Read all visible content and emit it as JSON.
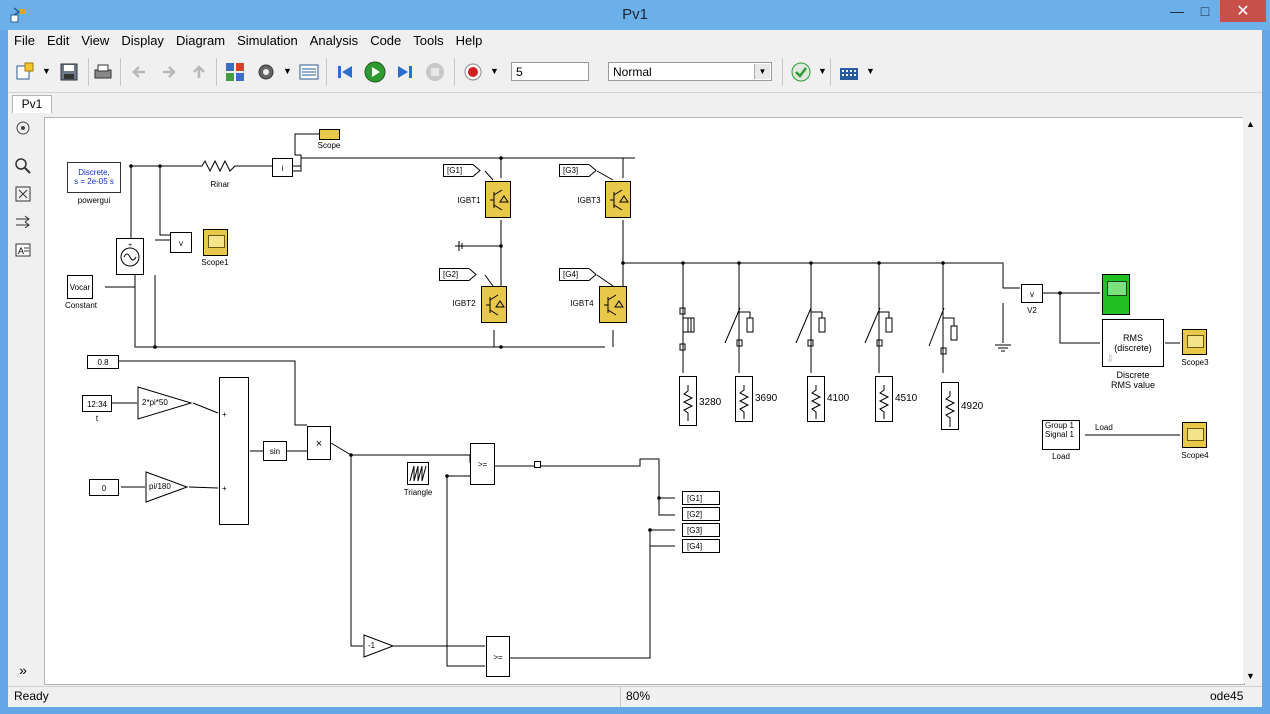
{
  "window": {
    "title": "Pv1"
  },
  "menu": [
    "File",
    "Edit",
    "View",
    "Display",
    "Diagram",
    "Simulation",
    "Analysis",
    "Code",
    "Tools",
    "Help"
  ],
  "toolbar": {
    "stop_time": "5",
    "sim_mode": "Normal"
  },
  "tabs": {
    "model_tab": "Pv1"
  },
  "blocks": {
    "powergui": {
      "text1": "Discrete,",
      "text2": "s = 2e-05 s",
      "label": "powergui"
    },
    "constant": {
      "value": "Vocar",
      "label": "Constant"
    },
    "rinar": "Rinar",
    "scope": "Scope",
    "scope1": "Scope1",
    "scope3": "Scope3",
    "scope4": "Scope4",
    "igbt1": "IGBT1",
    "igbt2": "IGBT2",
    "igbt3": "IGBT3",
    "igbt4": "IGBT4",
    "goto_g1": "[G1]",
    "goto_g2": "[G2]",
    "goto_g3": "[G3]",
    "goto_g4": "[G4]",
    "v2": "V2",
    "rms": {
      "text1": "RMS",
      "text2": "(discrete)",
      "label1": "Discrete",
      "label2": "RMS value"
    },
    "load": {
      "text1": "Group 1",
      "text2": "Signal 1",
      "label": "Load",
      "signal": "Load"
    },
    "loads": [
      "3280",
      "3690",
      "4100",
      "4510",
      "4920"
    ],
    "const_08": "0.8",
    "clock": {
      "value": "12:34",
      "label": "t"
    },
    "gain1": "2*pi*50",
    "const_0": "0",
    "gain2": "pi/180",
    "sin": "sin",
    "product": "×",
    "triangle": "Triangle",
    "neg": "-1",
    "relop1": ">=",
    "relop2": ">=",
    "vmeas1": "v",
    "vmeas2": "v",
    "imeas": "i"
  },
  "status": {
    "left": "Ready",
    "zoom": "80%",
    "solver": "ode45"
  }
}
